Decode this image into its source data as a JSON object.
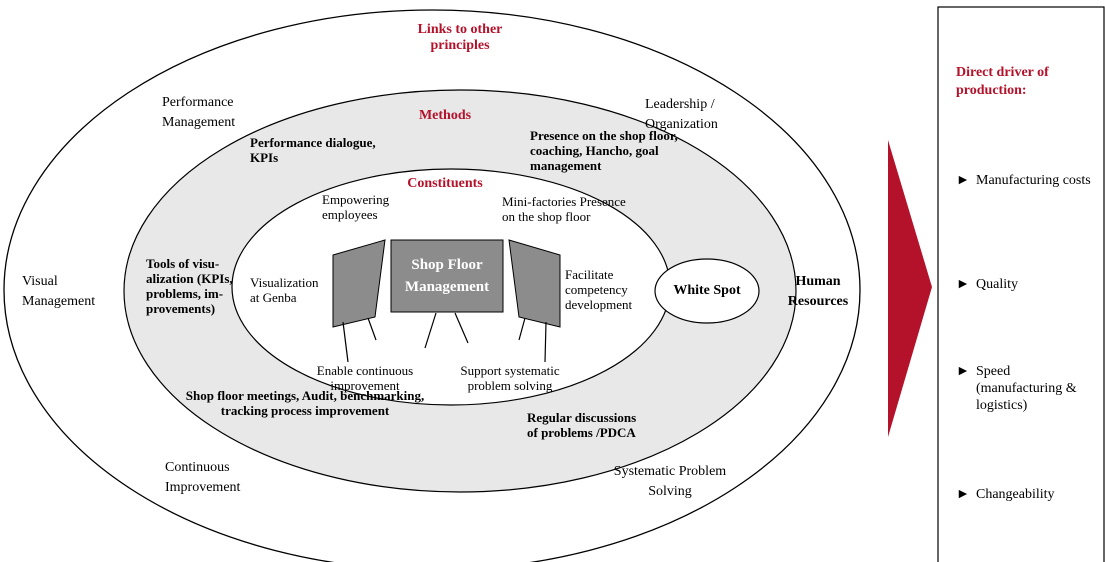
{
  "diagram": {
    "outer_ring_title": "Links to other principles",
    "middle_ring_title": "Methods",
    "inner_ring_title": "Constituents",
    "center_title": "Shop Floor Management",
    "white_spot": "White Spot",
    "links": {
      "performance_management": "Performance Management",
      "leadership": "Leadership / Organization",
      "visual_management": "Visual Management",
      "human_resources": "Human Resources",
      "continuous_improvement": "Continuous Improvement",
      "systematic_problem_solving": "Systematic Problem Solving"
    },
    "methods": {
      "performance_dialogue": "Performance dialogue, KPIs",
      "presence": "Presence on the shop floor, coaching, Hancho, goal management",
      "tools_visualization": "Tools of visu-alization (KPIs, problems, im-provements)",
      "shop_floor_meetings": "Shop floor meetings, Audit, benchmarking, tracking process improvement",
      "regular_discussions": "Regular discussions of problems /PDCA"
    },
    "constituents": {
      "empowering": "Empowering employees",
      "mini_factories": "Mini-factories Presence on the shop floor",
      "visualization_genba": "Visualization at Genba",
      "facilitate": "Facilitate competency development",
      "enable_ci": "Enable continuous improvement",
      "support_sps": "Support systematic problem solving"
    }
  },
  "panel": {
    "title": "Direct driver of production:",
    "items": [
      "Manufacturing costs",
      "Quality",
      "Speed (manufacturing & logistics)",
      "Changeability"
    ],
    "bullet": "►"
  },
  "colors": {
    "accent_red": "#b4122a",
    "ring_fill": "#e8e8e8",
    "board_fill": "#8c8c8c"
  }
}
